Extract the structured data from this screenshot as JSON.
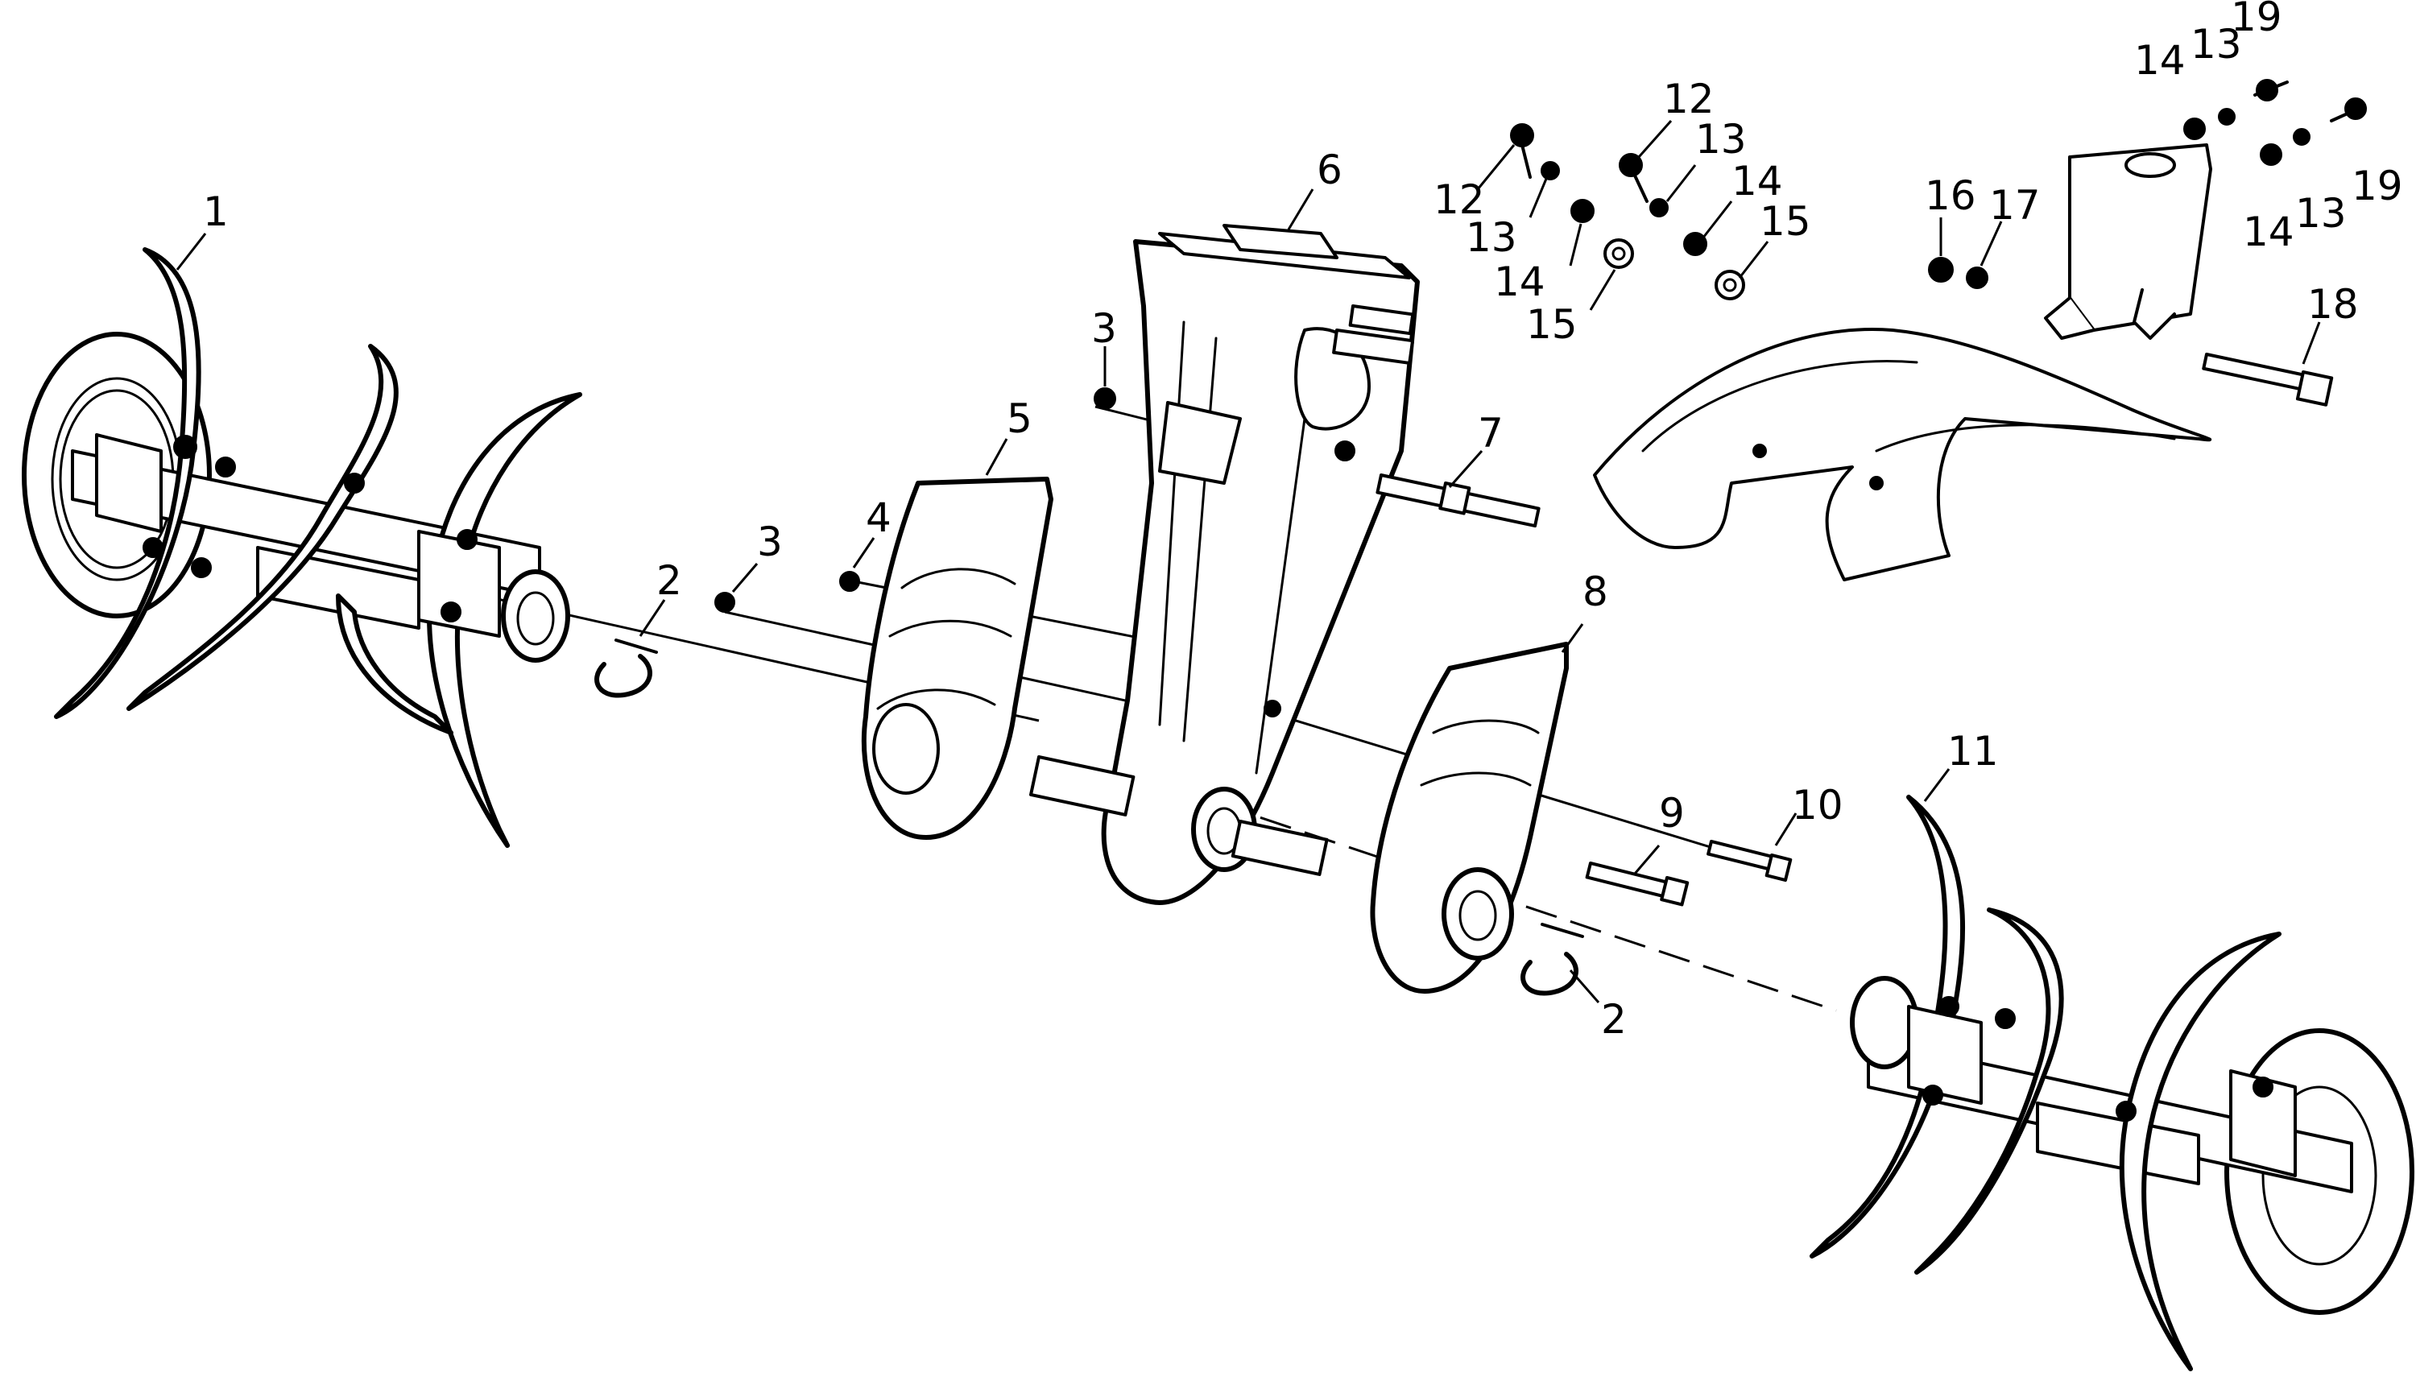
{
  "callouts": [
    {
      "id": "c1",
      "text": "1"
    },
    {
      "id": "c2a",
      "text": "2"
    },
    {
      "id": "c2b",
      "text": "2"
    },
    {
      "id": "c3a",
      "text": "3"
    },
    {
      "id": "c3b",
      "text": "3"
    },
    {
      "id": "c4",
      "text": "4"
    },
    {
      "id": "c5",
      "text": "5"
    },
    {
      "id": "c6",
      "text": "6"
    },
    {
      "id": "c7",
      "text": "7"
    },
    {
      "id": "c8",
      "text": "8"
    },
    {
      "id": "c9",
      "text": "9"
    },
    {
      "id": "c10",
      "text": "10"
    },
    {
      "id": "c11",
      "text": "11"
    },
    {
      "id": "c12a",
      "text": "12"
    },
    {
      "id": "c12b",
      "text": "12"
    },
    {
      "id": "c13a",
      "text": "13"
    },
    {
      "id": "c13b",
      "text": "13"
    },
    {
      "id": "c13c",
      "text": "13"
    },
    {
      "id": "c13d",
      "text": "13"
    },
    {
      "id": "c14a",
      "text": "14"
    },
    {
      "id": "c14b",
      "text": "14"
    },
    {
      "id": "c14c",
      "text": "14"
    },
    {
      "id": "c14d",
      "text": "14"
    },
    {
      "id": "c15a",
      "text": "15"
    },
    {
      "id": "c15b",
      "text": "15"
    },
    {
      "id": "c16",
      "text": "16"
    },
    {
      "id": "c17",
      "text": "17"
    },
    {
      "id": "c18",
      "text": "18"
    },
    {
      "id": "c19a",
      "text": "19"
    },
    {
      "id": "c19b",
      "text": "19"
    }
  ],
  "colors": {
    "line": "#000000",
    "background": "#ffffff"
  }
}
